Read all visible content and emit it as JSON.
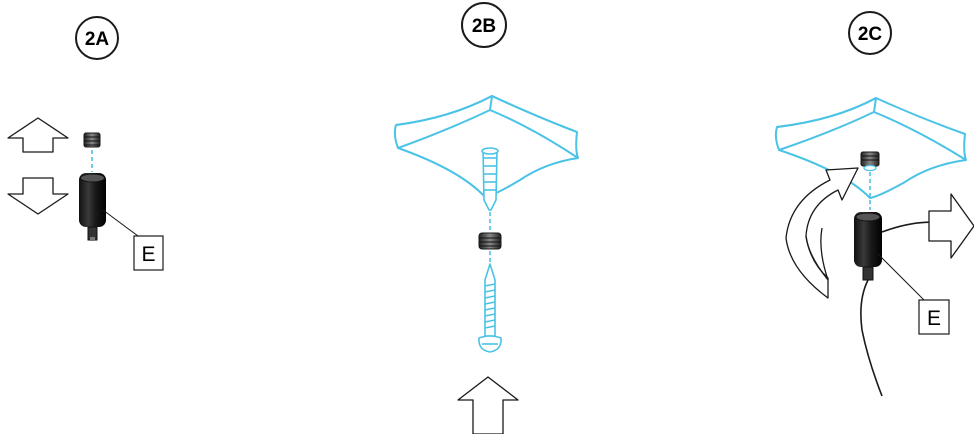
{
  "steps": [
    {
      "label": "2A"
    },
    {
      "label": "2B"
    },
    {
      "label": "2C"
    }
  ],
  "parts": [
    {
      "label": "E"
    },
    {
      "label": "E"
    }
  ],
  "colors": {
    "line": "#1a1a1a",
    "accent": "#4bc3e6",
    "background": "#ffffff"
  },
  "icons": [
    "arrow-up-icon",
    "arrow-down-icon",
    "arrow-right-icon",
    "rotate-arrow-icon",
    "ceiling-plate-icon",
    "wall-plug-icon",
    "screw-icon",
    "threaded-insert-icon",
    "standoff-cylinder-icon",
    "cable-icon"
  ]
}
